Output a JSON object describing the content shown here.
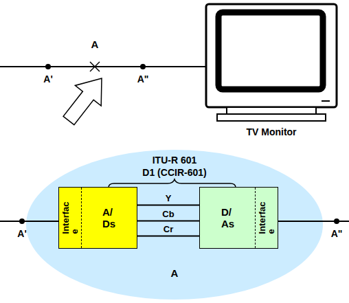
{
  "diagram": {
    "nodes": [
      {
        "text": [
          "TV Monitor"
        ]
      },
      {
        "text": [
          "A"
        ]
      },
      {
        "text": [
          "Interfac e",
          "A/ Ds"
        ],
        "in": 1
      },
      {
        "text": [
          "D/ As",
          "Interfac e"
        ],
        "in": 1
      }
    ],
    "edges": [
      {
        "from": 2,
        "to": 3,
        "arrow": "none",
        "label": "Y"
      },
      {
        "from": 2,
        "to": 3,
        "arrow": "none",
        "label": "Cb"
      },
      {
        "from": 2,
        "to": 3,
        "arrow": "none",
        "label": "Cr"
      }
    ],
    "labels": [
      "A",
      "A'",
      "A\"",
      "ITU-R 601",
      "D1 (CCIR-601)",
      "A'",
      "A\""
    ]
  }
}
